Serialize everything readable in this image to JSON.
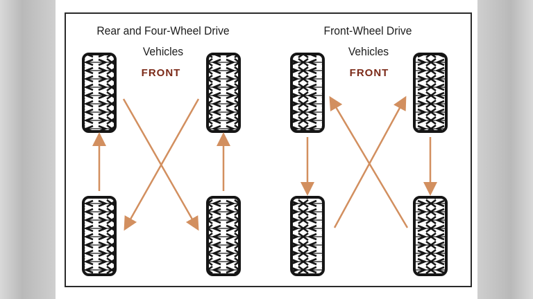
{
  "left_panel": {
    "title_line1": "Rear and Four-Wheel Drive",
    "title_line2": "Vehicles",
    "front_label": "FRONT"
  },
  "right_panel": {
    "title_line1": "Front-Wheel Drive",
    "title_line2": "Vehicles",
    "front_label": "FRONT"
  },
  "colors": {
    "arrow": "#d28f5f",
    "tire": "#151515",
    "front_label": "#7b2a18",
    "frame": "#2a2a2a"
  }
}
